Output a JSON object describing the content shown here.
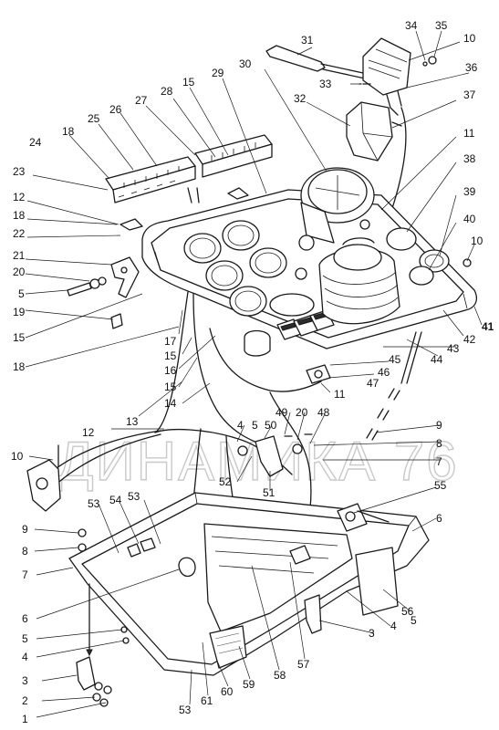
{
  "watermark": {
    "text": "ДИНАМИКА 76"
  },
  "callouts": [
    {
      "id": "c34",
      "text": "34"
    },
    {
      "id": "c35",
      "text": "35"
    },
    {
      "id": "c10a",
      "text": "10"
    },
    {
      "id": "c31",
      "text": "31"
    },
    {
      "id": "c36",
      "text": "36"
    },
    {
      "id": "c33",
      "text": "33"
    },
    {
      "id": "c30",
      "text": "30"
    },
    {
      "id": "c29",
      "text": "29"
    },
    {
      "id": "c15a",
      "text": "15"
    },
    {
      "id": "c28",
      "text": "28"
    },
    {
      "id": "c27",
      "text": "27"
    },
    {
      "id": "c26",
      "text": "26"
    },
    {
      "id": "c25",
      "text": "25"
    },
    {
      "id": "c37",
      "text": "37"
    },
    {
      "id": "c32",
      "text": "32"
    },
    {
      "id": "c18a",
      "text": "18"
    },
    {
      "id": "c24",
      "text": "24"
    },
    {
      "id": "c11a",
      "text": "11"
    },
    {
      "id": "c38",
      "text": "38"
    },
    {
      "id": "c23",
      "text": "23"
    },
    {
      "id": "c39",
      "text": "39"
    },
    {
      "id": "c12a",
      "text": "12"
    },
    {
      "id": "c40",
      "text": "40"
    },
    {
      "id": "c18b",
      "text": "18"
    },
    {
      "id": "c22",
      "text": "22"
    },
    {
      "id": "c10b",
      "text": "10"
    },
    {
      "id": "c21",
      "text": "21"
    },
    {
      "id": "c20a",
      "text": "20"
    },
    {
      "id": "c5a",
      "text": "5"
    },
    {
      "id": "c19",
      "text": "19"
    },
    {
      "id": "c41",
      "text": "41"
    },
    {
      "id": "c15b",
      "text": "15"
    },
    {
      "id": "c17",
      "text": "17"
    },
    {
      "id": "c42",
      "text": "42"
    },
    {
      "id": "c43",
      "text": "43"
    },
    {
      "id": "c15c",
      "text": "15"
    },
    {
      "id": "c18c",
      "text": "18"
    },
    {
      "id": "c44",
      "text": "44"
    },
    {
      "id": "c45",
      "text": "45"
    },
    {
      "id": "c16",
      "text": "16"
    },
    {
      "id": "c46",
      "text": "46"
    },
    {
      "id": "c15d",
      "text": "15"
    },
    {
      "id": "c47",
      "text": "47"
    },
    {
      "id": "c14",
      "text": "14"
    },
    {
      "id": "c11b",
      "text": "11"
    },
    {
      "id": "c13",
      "text": "13"
    },
    {
      "id": "c49",
      "text": "49"
    },
    {
      "id": "c20b",
      "text": "20"
    },
    {
      "id": "c48",
      "text": "48"
    },
    {
      "id": "c4a",
      "text": "4"
    },
    {
      "id": "c5b",
      "text": "5"
    },
    {
      "id": "c50",
      "text": "50"
    },
    {
      "id": "c12b",
      "text": "12"
    },
    {
      "id": "c9a",
      "text": "9"
    },
    {
      "id": "c8a",
      "text": "8"
    },
    {
      "id": "c7a",
      "text": "7"
    },
    {
      "id": "c10c",
      "text": "10"
    },
    {
      "id": "c52",
      "text": "52"
    },
    {
      "id": "c51",
      "text": "51"
    },
    {
      "id": "c55",
      "text": "55"
    },
    {
      "id": "c53a",
      "text": "53"
    },
    {
      "id": "c54",
      "text": "54"
    },
    {
      "id": "c53b",
      "text": "53"
    },
    {
      "id": "c6a",
      "text": "6"
    },
    {
      "id": "c9b",
      "text": "9"
    },
    {
      "id": "c8b",
      "text": "8"
    },
    {
      "id": "c7b",
      "text": "7"
    },
    {
      "id": "c6b",
      "text": "6"
    },
    {
      "id": "c56",
      "text": "56"
    },
    {
      "id": "c5c",
      "text": "5"
    },
    {
      "id": "c4b",
      "text": "4"
    },
    {
      "id": "c3a",
      "text": "3"
    },
    {
      "id": "c5d",
      "text": "5"
    },
    {
      "id": "c4c",
      "text": "4"
    },
    {
      "id": "c57",
      "text": "57"
    },
    {
      "id": "c58",
      "text": "58"
    },
    {
      "id": "c59",
      "text": "59"
    },
    {
      "id": "c3b",
      "text": "3"
    },
    {
      "id": "c2",
      "text": "2"
    },
    {
      "id": "c60",
      "text": "60"
    },
    {
      "id": "c61",
      "text": "61"
    },
    {
      "id": "c53c",
      "text": "53"
    },
    {
      "id": "c1",
      "text": "1"
    }
  ]
}
